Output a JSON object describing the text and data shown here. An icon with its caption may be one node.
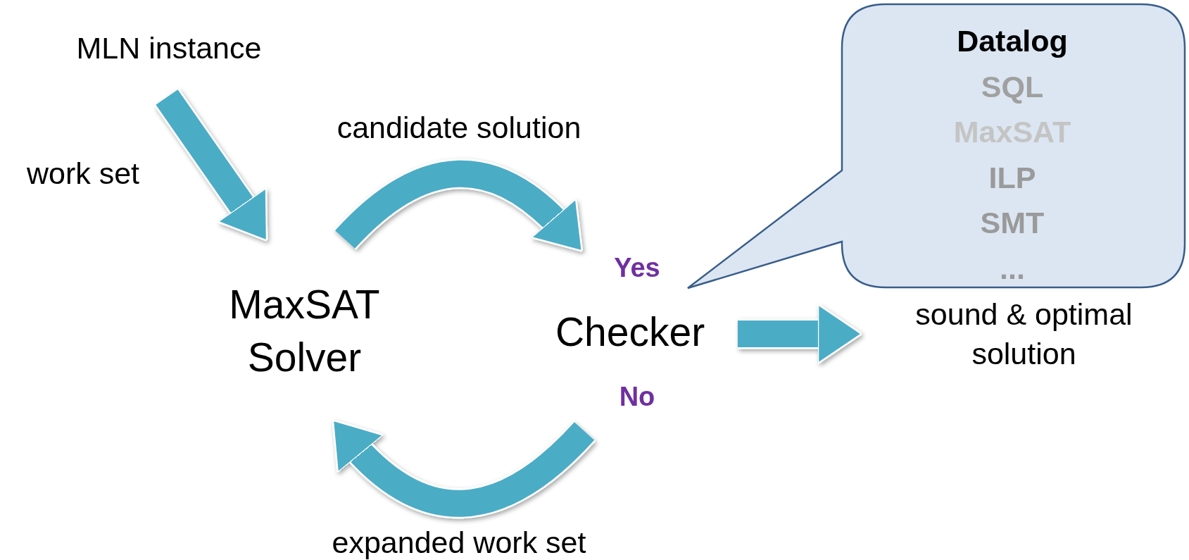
{
  "diagram": {
    "nodes": [
      {
        "text": [
          "MLN instance"
        ]
      },
      {
        "text": [
          "MaxSAT Solver"
        ]
      },
      {
        "text": [
          "Checker"
        ],
        "beside": [
          "Yes",
          "No"
        ]
      },
      {
        "text": [
          "sound & optimal solution"
        ]
      },
      {
        "text": [
          "Datalog",
          "SQL",
          "MaxSAT",
          "ILP",
          "SMT",
          "..."
        ]
      }
    ],
    "edges": [
      {
        "from": 0,
        "to": 1,
        "arrow": "to",
        "label": "work set"
      },
      {
        "from": 1,
        "to": 2,
        "arrow": "to",
        "label": "candidate solution"
      },
      {
        "from": 2,
        "to": 1,
        "arrow": "to",
        "label": "expanded work set"
      },
      {
        "from": 2,
        "to": 3,
        "arrow": "to"
      }
    ]
  }
}
